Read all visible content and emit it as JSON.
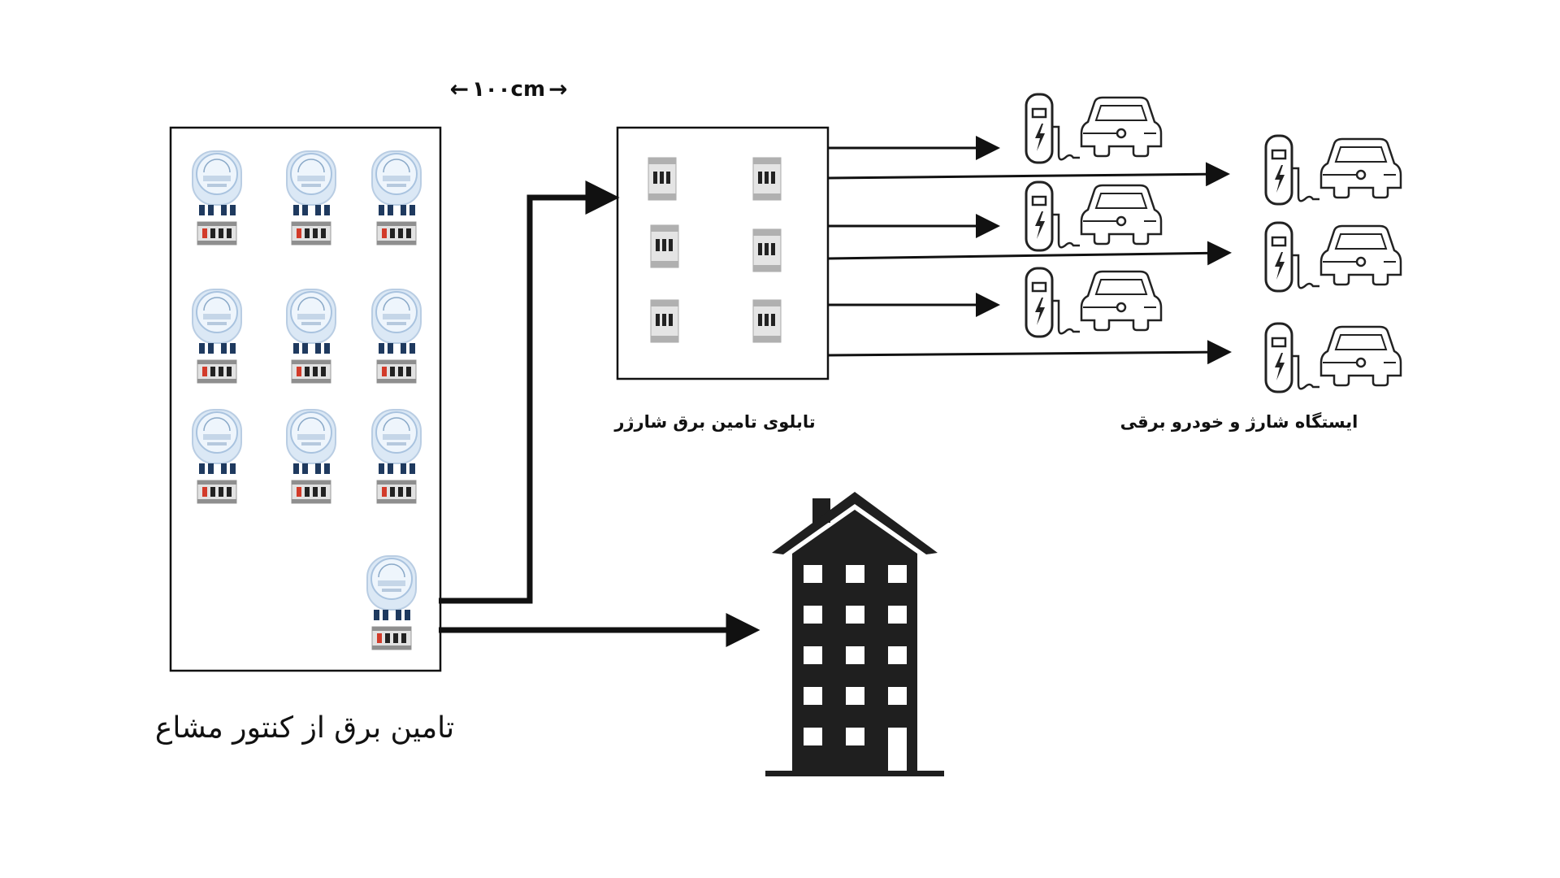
{
  "labels": {
    "dimension_text": "۱۰۰cm",
    "dimension_arrow_left": "←",
    "dimension_arrow_right": "→",
    "charger_panel": "تابلوی تامین برق شارژر",
    "charging_stations": "ایستگاه شارژ و خودرو برقی",
    "shared_meter_supply": "تامین برق از کنتور مشاع"
  },
  "diagram": {
    "meter_board": {
      "meter_count": 10,
      "icon": "electric-meter-icon"
    },
    "charger_panel": {
      "breaker_count": 6,
      "icon": "circuit-breaker-icon"
    },
    "stations": {
      "count": 6,
      "icon": "ev-charger-car-icon"
    },
    "building": {
      "icon": "apartment-building-icon"
    },
    "colors": {
      "line": "#111111",
      "meter_body": "#dbe8f5",
      "meter_glass": "#eef5fc",
      "breaker": "#c9c9c9",
      "breaker_red": "#d23b2a",
      "building": "#1f1f1f"
    }
  }
}
